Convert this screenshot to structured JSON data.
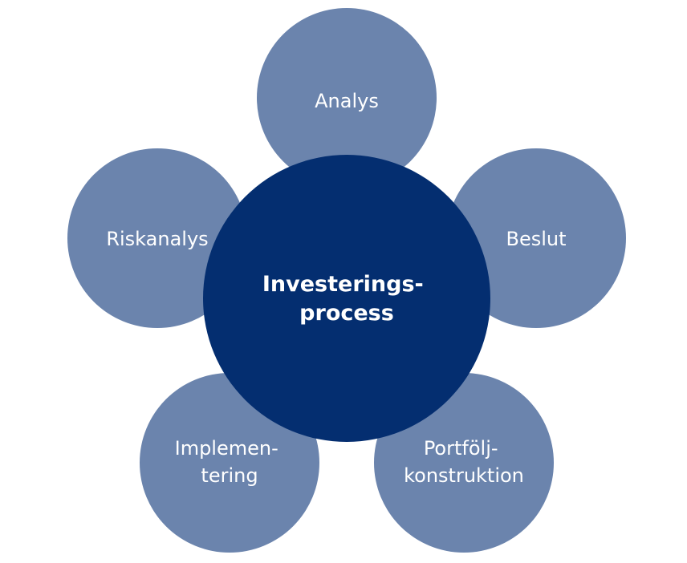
{
  "colors": {
    "outer_circle": "#6b84ad",
    "center_circle": "#042e70",
    "text": "#ffffff",
    "background": "#ffffff"
  },
  "center": {
    "lines": [
      "Investerings-",
      "process"
    ]
  },
  "nodes": [
    {
      "id": "analys",
      "lines": [
        "Analys"
      ]
    },
    {
      "id": "beslut",
      "lines": [
        "Beslut"
      ]
    },
    {
      "id": "portfolj",
      "lines": [
        "Portfölj-",
        "konstruktion"
      ]
    },
    {
      "id": "implementering",
      "lines": [
        "Implemen-",
        "tering"
      ]
    },
    {
      "id": "riskanalys",
      "lines": [
        "Riskanalys"
      ]
    }
  ]
}
